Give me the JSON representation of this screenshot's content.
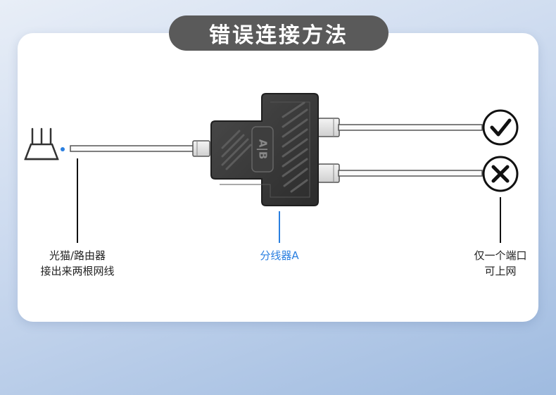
{
  "title": "错误连接方法",
  "splitter_badge": "A|B",
  "labels": {
    "source_line1": "光猫/路由器",
    "source_line2": "接出来两根网线",
    "splitter": "分线器A",
    "port_line1": "仅一个端口",
    "port_line2": "可上网"
  },
  "status": {
    "top_port": "check-icon",
    "bottom_port": "cross-icon"
  },
  "colors": {
    "title_bg": "#5a5a5a",
    "accent_blue": "#2a7fe0",
    "splitter_body": "#3a3a3a"
  }
}
